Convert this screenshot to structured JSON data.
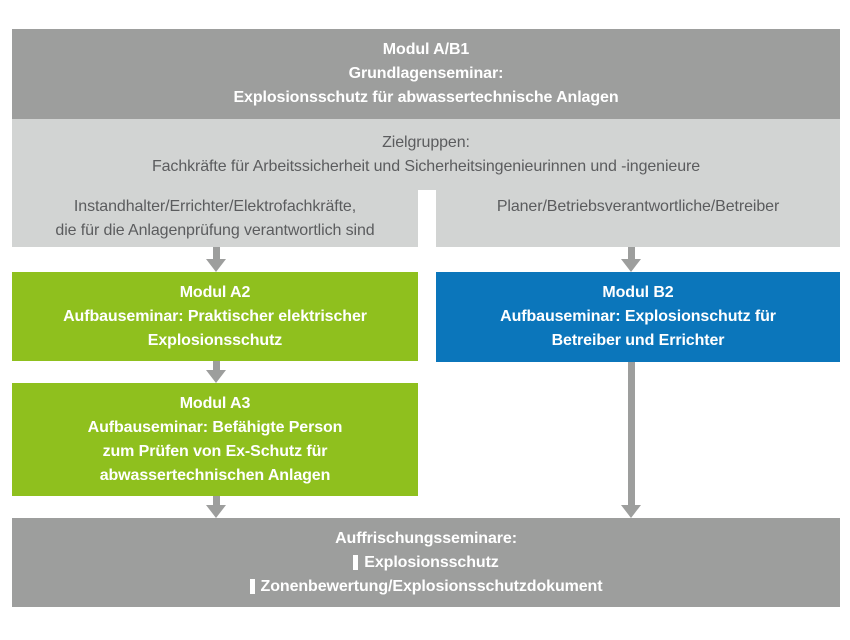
{
  "colors": {
    "box_gray": "#9d9e9d",
    "box_light_gray": "#d2d4d3",
    "box_green": "#8fc01e",
    "box_blue": "#0b76bb",
    "text_white": "#ffffff",
    "text_gray": "#5b5c5e",
    "arrow_gray": "#9d9e9d"
  },
  "diagram": {
    "top_box": {
      "line1": "Modul A/B1",
      "line2": "Grundlagenseminar:",
      "line3": "Explosionsschutz für abwassertechnische Anlagen"
    },
    "target_groups": {
      "line1": "Zielgruppen:",
      "line2": "Fachkräfte für Arbeitssicherheit und Sicherheitsingenieurinnen und -ingenieure"
    },
    "left_branch": {
      "line1": "Instandhalter/Errichter/Elektrofachkräfte,",
      "line2": "die für die Anlagenprüfung verantwortlich sind"
    },
    "right_branch": {
      "line1": "Planer/Betriebsverantwortliche/Betreiber"
    },
    "module_a2": {
      "line1": "Modul A2",
      "line2": "Aufbauseminar: Praktischer elektrischer",
      "line3": "Explosionsschutz"
    },
    "module_b2": {
      "line1": "Modul B2",
      "line2": "Aufbauseminar: Explosionschutz für",
      "line3": "Betreiber und Errichter"
    },
    "module_a3": {
      "line1": "Modul A3",
      "line2": "Aufbauseminar: Befähigte Person",
      "line3": "zum Prüfen von Ex-Schutz für",
      "line4": "abwassertechnischen Anlagen"
    },
    "refresher": {
      "title": "Auffrischungsseminare:",
      "items": [
        "Explosionsschutz",
        "Zonenbewertung/Explosionsschutzdokument"
      ]
    }
  }
}
